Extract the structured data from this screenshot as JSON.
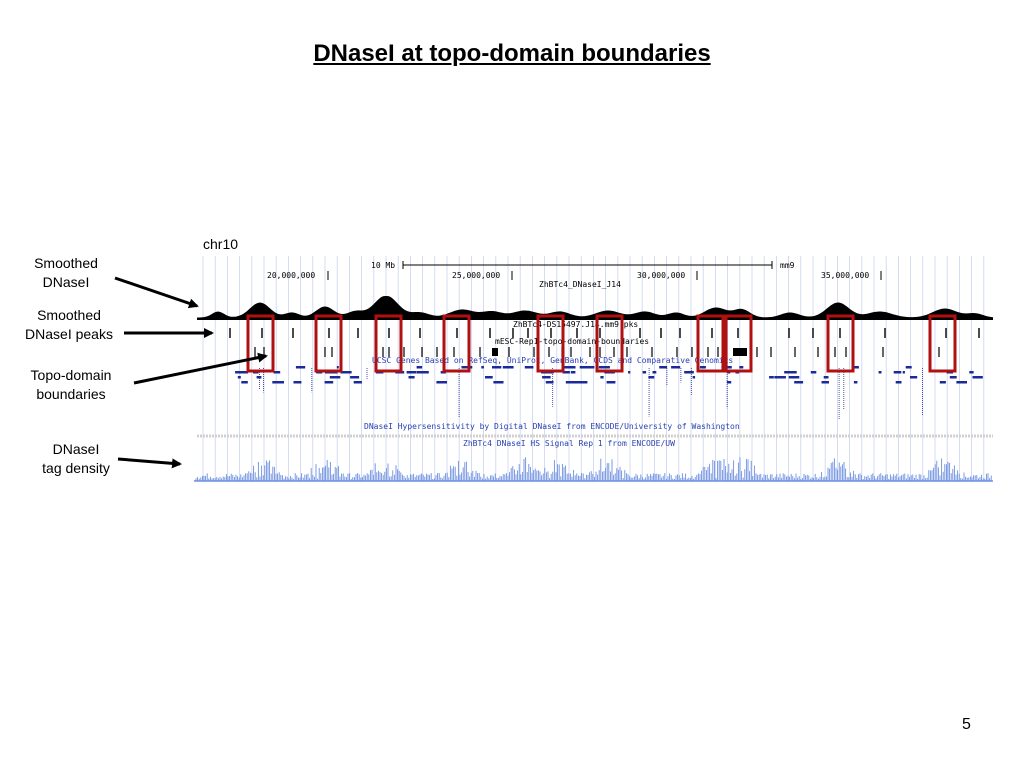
{
  "title": "DNaseI at topo-domain boundaries",
  "chromosome": "chr10",
  "page_number": "5",
  "labels": {
    "smoothed_dnasei": [
      "Smoothed",
      "DNaseI"
    ],
    "smoothed_peaks": [
      "Smoothed",
      "DNaseI peaks"
    ],
    "topo_boundaries": [
      "Topo-domain",
      "boundaries"
    ],
    "tag_density": [
      "DNaseI",
      "tag density"
    ]
  },
  "browser": {
    "scale_label": "10 Mb",
    "assembly": "mm9",
    "positions": [
      "20,000,000",
      "25,000,000",
      "30,000,000",
      "35,000,000"
    ],
    "tracks": {
      "dnase_smoothed": "ZhBTc4_DNaseI_J14",
      "dnase_peaks": "ZhBTc4-DS15497.J14.mm9.pks",
      "topo_domains": "mESC-Rep1-topo-domain-boundaries",
      "genes": "UCSC Genes Based on RefSeq, UniProt, GenBank, CCDS and Comparative Genomics",
      "hypersensitivity": "DNaseI Hypersensitivity by Digital DNaseI from ENCODE/University of Washington",
      "hs_signal": "ZhBTc4 DNaseI HS Signal Rep 1 from ENCODE/UW"
    }
  },
  "colors": {
    "highlight_box": "#b01010",
    "grid_line": "#c8d4f0",
    "signal_blue": "#6d8fe0",
    "track_label_blue": "#2a3fb0",
    "gene_blue": "#1a2a9a"
  }
}
